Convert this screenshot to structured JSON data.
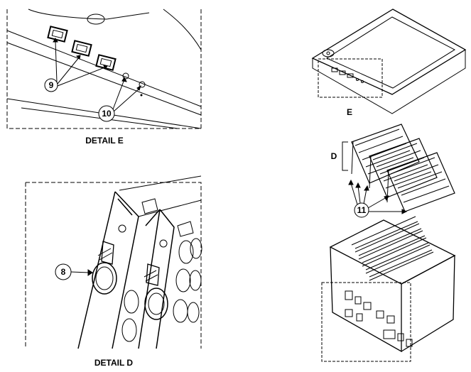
{
  "detail_e": {
    "caption": "DETAIL E",
    "callouts": [
      "9",
      "10"
    ]
  },
  "detail_d": {
    "caption": "DETAIL D",
    "callouts": [
      "8"
    ]
  },
  "overview": {
    "labels": [
      "E",
      "D",
      "11"
    ]
  }
}
